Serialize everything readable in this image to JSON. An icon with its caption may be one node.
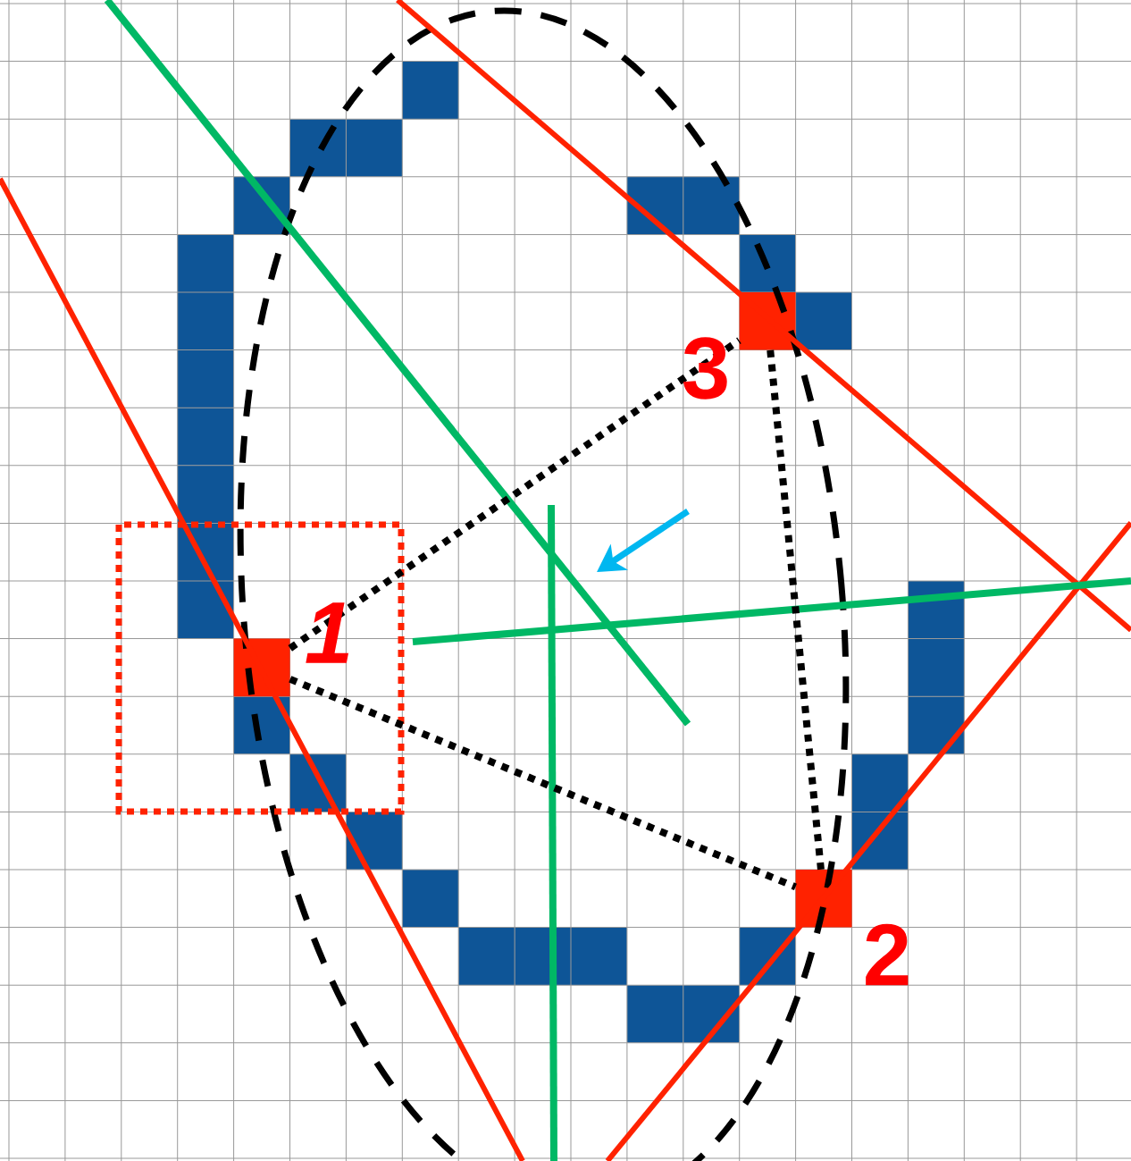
{
  "diagram": {
    "nodes": [
      {
        "text": [],
        "shape": "box",
        "beside": [
          "3"
        ]
      },
      {
        "text": [],
        "shape": "box",
        "beside": [
          "1"
        ]
      },
      {
        "text": [],
        "shape": "box",
        "beside": [
          "2"
        ]
      }
    ],
    "edges": [
      {
        "from": 1,
        "to": 0,
        "arrow": "none"
      },
      {
        "from": 1,
        "to": 2,
        "arrow": "none"
      },
      {
        "from": 0,
        "to": 2,
        "arrow": "none"
      }
    ]
  }
}
